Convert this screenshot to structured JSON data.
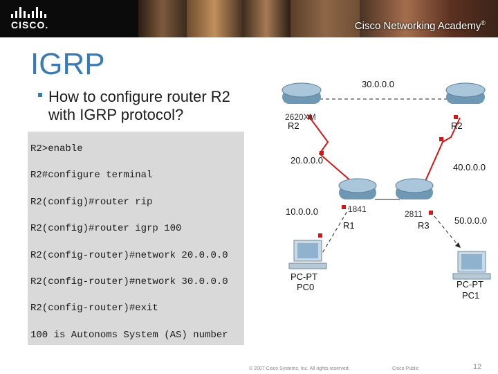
{
  "header": {
    "logo_text": "CISCO.",
    "academy_text": "Cisco Networking Academy",
    "academy_mark": "®"
  },
  "slide": {
    "title": "IGRP",
    "bullet": "How to configure router R2 with IGRP protocol?"
  },
  "code": {
    "lines": [
      "R2>enable",
      "R2#configure terminal",
      "R2(config)#router rip",
      "R2(config)#router igrp 100",
      "R2(config-router)#network 20.0.0.0",
      "R2(config-router)#network 30.0.0.0",
      "R2(config-router)#exit",
      "100 is Autonoms System (AS) number"
    ]
  },
  "topology": {
    "networks": [
      "30.0.0.0",
      "20.0.0.0",
      "40.0.0.0",
      "10.0.0.0",
      "50.0.0.0"
    ],
    "routers": [
      {
        "label": "R2",
        "model": "2620XM"
      },
      {
        "label": "R2",
        "model": ""
      },
      {
        "label": "R1",
        "model": "1841"
      },
      {
        "label": "R3",
        "model": "2811"
      }
    ],
    "pcs": [
      {
        "type": "PC-PT",
        "name": "PC0"
      },
      {
        "type": "PC-PT",
        "name": "PC1"
      }
    ],
    "colors": {
      "link": "#d01818",
      "router": "#7aa6c2",
      "pc": "#9fb9cf"
    }
  },
  "footer": {
    "copyright": "© 2007 Cisco Systems, Inc. All rights reserved.",
    "classification": "Cisco Public",
    "page": "12"
  }
}
